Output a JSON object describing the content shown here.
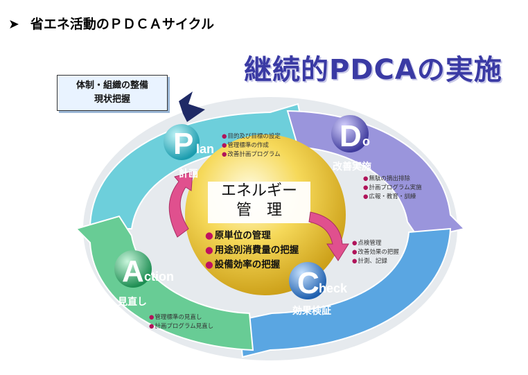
{
  "title": {
    "marker": "➤",
    "text": "省エネ活動のＰＤＣＡサイクル"
  },
  "headline": "継続的PDCAの実施",
  "setup_box": [
    "体制・組織の整備",
    "現状把握"
  ],
  "phases": {
    "plan": {
      "letter": "P",
      "rest": "lan",
      "label": "計画",
      "items": [
        "目的及び目標の設定",
        "管理標準の作成",
        "改善計画プログラム"
      ]
    },
    "do": {
      "letter": "D",
      "rest": "o",
      "label": "改善実施",
      "items": [
        "無駄の摘出排除",
        "計画プログラム実施",
        "広報・教育・訓練"
      ]
    },
    "check": {
      "letter": "C",
      "rest": "heck",
      "label": "効果検証",
      "items": [
        "点検管理",
        "改善効果の把握",
        "計測、記録"
      ]
    },
    "action": {
      "letter": "A",
      "rest": "ction",
      "label": "見直し",
      "items": [
        "管理標準の見直し",
        "計画プログラム見直し"
      ]
    }
  },
  "center": {
    "title_line1": "エネルギー",
    "title_line2": "管　理",
    "items": [
      "原単位の管理",
      "用途別消費量の把握",
      "設備効率の把握"
    ]
  },
  "colors": {
    "plan": "#5fc8d6",
    "do": "#8c86d2",
    "check": "#4e98dc",
    "action": "#56c48a",
    "headline": "#3a3aa4",
    "bullet": "#b0145a",
    "arrow": "#e0508e",
    "sphere": "#f2d24a"
  }
}
